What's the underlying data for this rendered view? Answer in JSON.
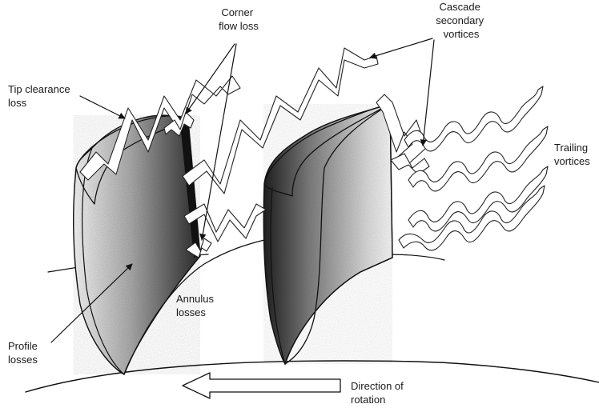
{
  "labels": {
    "corner_flow_loss": [
      "Corner",
      "flow loss"
    ],
    "cascade_secondary_vortices": [
      "Cascade",
      "secondary",
      "vortices"
    ],
    "tip_clearance_loss": [
      "Tip clearance",
      "loss"
    ],
    "trailing_vortices": [
      "Trailing",
      "vortices"
    ],
    "annulus_losses": [
      "Annulus",
      "losses"
    ],
    "profile_losses": [
      "Profile",
      "losses"
    ],
    "direction_of_rotation": [
      "Direction of",
      "rotation"
    ]
  },
  "colors": {
    "ink": "#111111",
    "paper": "#ffffff"
  }
}
